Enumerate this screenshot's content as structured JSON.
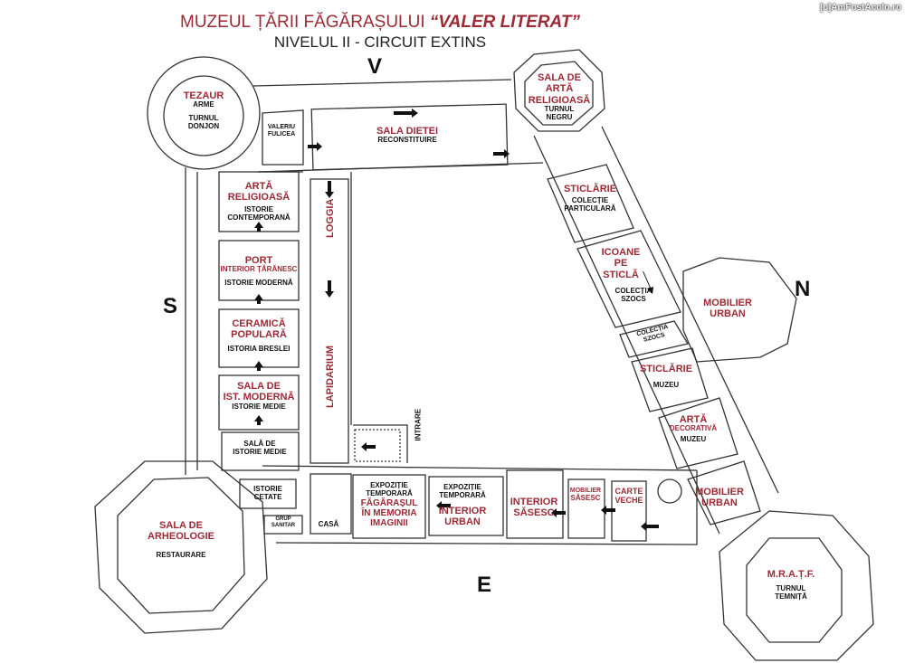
{
  "title": {
    "main": "MUZEUL ȚĂRII FĂGĂRAȘULUI",
    "highlight": "“VALER LITERAT”",
    "subtitle": "NIVELUL II - CIRCUIT EXTINS"
  },
  "watermark": "[c]AmFostAcolo.ro",
  "compass": {
    "north": "N",
    "south": "S",
    "east": "E",
    "west": "V"
  },
  "rooms": {
    "tezaur": {
      "title": "TEZAUR",
      "sub1": "ARME",
      "sub2": "TURNUL",
      "sub3": "DONJON"
    },
    "valeriu": {
      "sub1": "VALERIU",
      "sub2": "FULICEA"
    },
    "sala_dietei": {
      "title": "SALA DIETEI",
      "sub1": "RECONSTITUIRE"
    },
    "arta_religioasa_turn": {
      "title1": "SALA DE",
      "title2": "ARTĂ",
      "title3": "RELIGIOASĂ",
      "sub1": "TURNUL",
      "sub2": "NEGRU"
    },
    "arta_religioasa": {
      "title1": "ARTĂ",
      "title2": "RELIGIOASĂ",
      "sub1": "ISTORIE",
      "sub2": "CONTEMPORANĂ"
    },
    "port": {
      "title": "PORT",
      "title2": "INTERIOR ȚĂRĂNESC",
      "sub1": "ISTORIE MODERNĂ"
    },
    "ceramica": {
      "title1": "CERAMICĂ",
      "title2": "POPULARĂ",
      "sub1": "ISTORIA BRESLEI"
    },
    "sala_ist_moderna": {
      "title1": "SALA DE",
      "title2": "IST. MODERNĂ",
      "sub1": "ISTORIE MEDIE"
    },
    "sala_ist_medie": {
      "sub1": "SALĂ DE",
      "sub2": "ISTORIE MEDIE"
    },
    "loggia": {
      "title": "LOGGIA"
    },
    "lapidarium": {
      "title": "LAPIDARIUM"
    },
    "intrare": {
      "label": "INTRARE"
    },
    "istorie_cetate": {
      "sub1": "ISTORIE",
      "sub2": "CETATE"
    },
    "grup_sanitar": {
      "sub1": "GRUP",
      "sub2": "SANITAR"
    },
    "casa": {
      "sub1": "CASĂ"
    },
    "arheologie": {
      "title1": "SALA DE",
      "title2": "ARHEOLOGIE",
      "sub1": "RESTAURARE"
    },
    "fagarasul": {
      "sub1": "EXPOZIȚIE",
      "sub2": "TEMPORARĂ",
      "title1": "FĂGĂRAȘUL",
      "title2": "ÎN MEMORIA",
      "title3": "IMAGINII"
    },
    "interior_urban": {
      "sub1": "EXPOZIȚIE",
      "sub2": "TEMPORARĂ",
      "title1": "INTERIOR",
      "title2": "URBAN"
    },
    "interior_sasesc": {
      "title1": "INTERIOR",
      "title2": "SĂSESC"
    },
    "mobilier_sasesc": {
      "title1": "MOBILIER",
      "title2": "SĂSESC"
    },
    "carte_veche": {
      "title1": "CARTE",
      "title2": "VECHE"
    },
    "sticlarie_part": {
      "title": "STICLĂRIE",
      "sub1": "COLECȚIE",
      "sub2": "PARTICULARĂ"
    },
    "icoane": {
      "title1": "ICOANE",
      "title2": "PE",
      "title3": "STICLĂ",
      "sub1": "COLECȚIA",
      "sub2": "SZOCS"
    },
    "colectia_szocs": {
      "sub1": "COLECȚIA",
      "sub2": "SZOCS"
    },
    "mobilier_urban_n": {
      "title1": "MOBILIER",
      "title2": "URBAN"
    },
    "sticlarie_muzeu": {
      "title": "STICLĂRIE",
      "sub1": "MUZEU"
    },
    "arta_decorativa": {
      "title": "ARTĂ",
      "title2": "DECORATIVĂ",
      "sub1": "MUZEU"
    },
    "mobilier_urban_e": {
      "title1": "MOBILIER",
      "title2": "URBAN"
    },
    "mratf": {
      "title": "M.R.A.Ț.F.",
      "sub1": "TURNUL",
      "sub2": "TEMNIȚĂ"
    }
  },
  "colors": {
    "accent": "#9b2a35",
    "wall": "#333333"
  }
}
